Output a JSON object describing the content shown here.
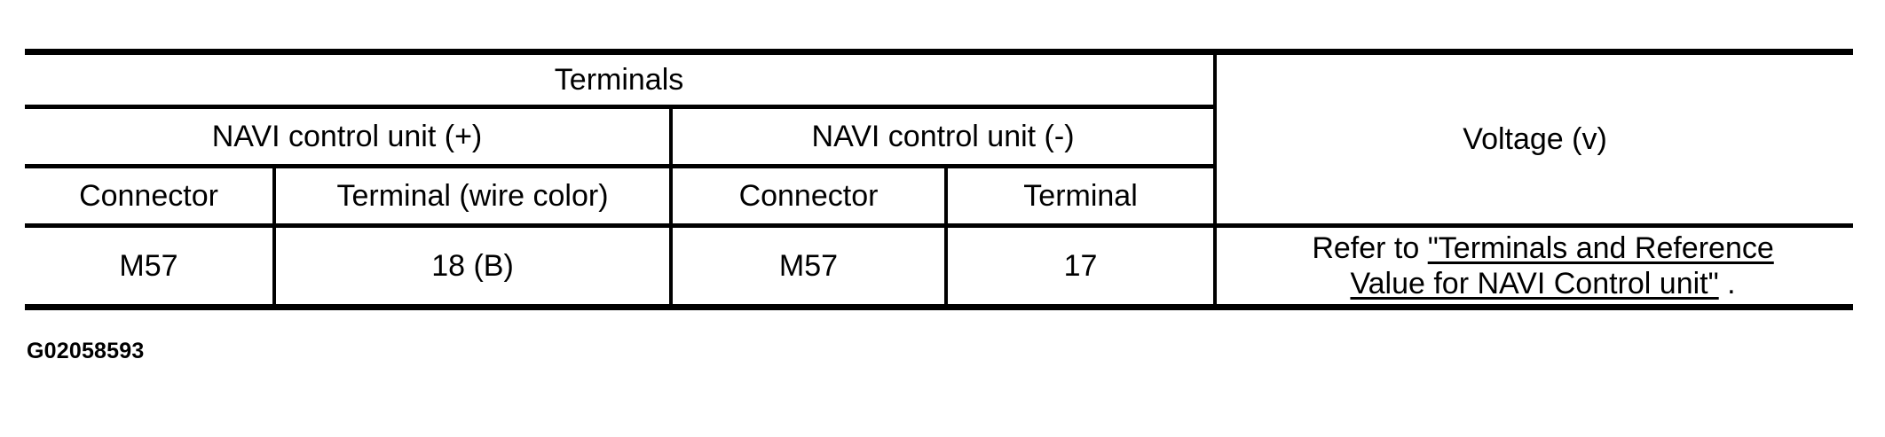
{
  "table": {
    "group_header": {
      "terminals_label": "Terminals",
      "voltage_label": "Voltage (v)"
    },
    "unit_headers": {
      "positive": "NAVI control unit (+)",
      "negative": "NAVI control unit (-)"
    },
    "sub_headers": {
      "connector_pos": "Connector",
      "terminal_wire_color": "Terminal (wire color)",
      "connector_neg": "Connector",
      "terminal_neg": "Terminal"
    },
    "rows": [
      {
        "connector_pos": "M57",
        "terminal_wire_color": "18 (B)",
        "connector_neg": "M57",
        "terminal_neg": "17",
        "voltage_prefix": "Refer to ",
        "voltage_link_line1": "\"Terminals and Reference ",
        "voltage_link_line2": "Value for NAVI Control unit\"",
        "voltage_suffix": " ."
      }
    ]
  },
  "figure": {
    "id": "G02058593"
  },
  "colors": {
    "ink": "#000000",
    "paper": "#ffffff"
  }
}
